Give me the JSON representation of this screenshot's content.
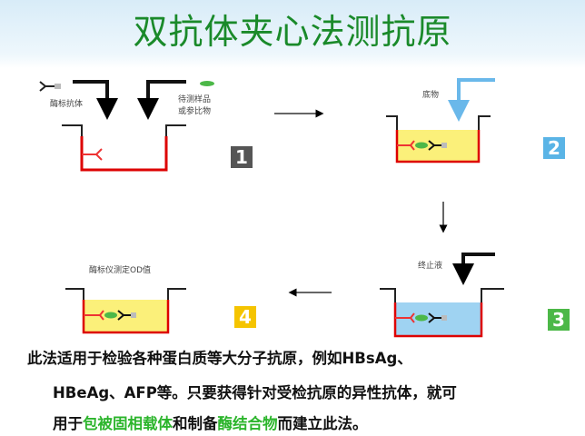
{
  "title": "双抗体夹心法测抗原",
  "step1": {
    "label_enzyme_antibody": "酶标抗体",
    "label_sample_line1": "待测样品",
    "label_sample_line2": "或参比物",
    "number": "1"
  },
  "step2": {
    "label": "底物",
    "number": "2"
  },
  "step3": {
    "label": "终止液",
    "number": "3"
  },
  "step4": {
    "label": "酶标仪测定OD值",
    "number": "4"
  },
  "colors": {
    "title": "#1a8a2a",
    "box1": "#555555",
    "box2": "#5ab4e6",
    "box3": "#4cb848",
    "box4": "#f5c400",
    "highlight": "#2cb52c"
  },
  "text": {
    "line1": "此法适用于检验各种蛋白质等大分子抗原，例如HBsAg、",
    "line2": "HBeAg、AFP等。只要获得针对受检抗原的异性抗体，就可",
    "line3_a": "用于",
    "line3_b": "包被固相载体",
    "line3_c": "和制备",
    "line3_d": "酶结合物",
    "line3_e": "而建立此法。"
  }
}
